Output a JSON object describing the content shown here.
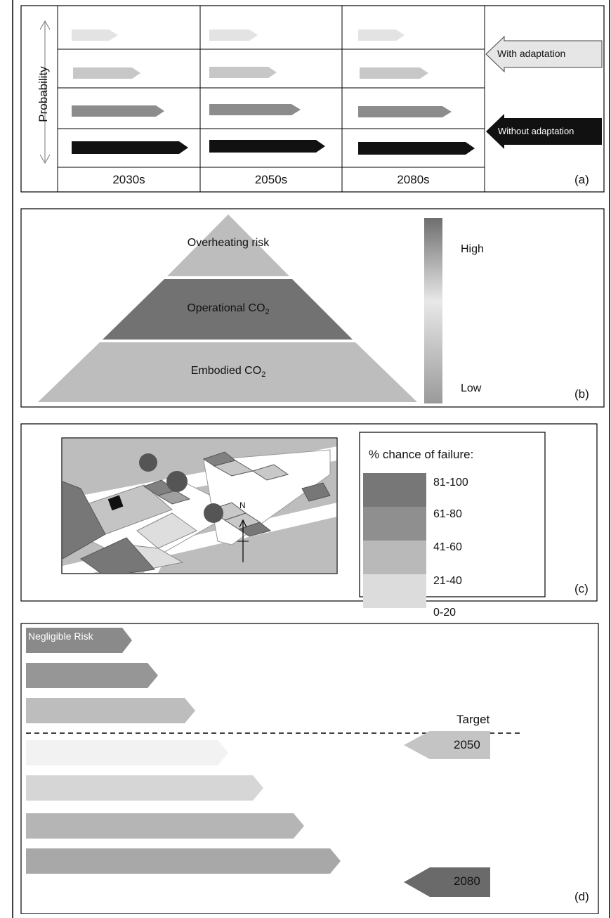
{
  "panel_a": {
    "axis_label": "Probability",
    "decades": [
      "2030s",
      "2050s",
      "2080s"
    ],
    "with_label": "With adaptation",
    "without_label": "Without adaptation",
    "panel_label": "(a)"
  },
  "panel_b": {
    "layers": [
      {
        "label": "Overheating risk"
      },
      {
        "label": "Operational CO",
        "sub": "2"
      },
      {
        "label": "Embodied CO",
        "sub": "2"
      }
    ],
    "scale_high": "High",
    "scale_low": "Low",
    "panel_label": "(b)"
  },
  "panel_c": {
    "legend_title": "% chance of failure:",
    "legend": [
      {
        "range": "81-100",
        "color": "#777777"
      },
      {
        "range": "61-80",
        "color": "#8f8f8f"
      },
      {
        "range": "41-60",
        "color": "#b9b9b9"
      },
      {
        "range": "21-40",
        "color": "#dcdcdc"
      },
      {
        "range": "0-20",
        "color": "#ffffff"
      }
    ],
    "north": "N",
    "panel_label": "(c)"
  },
  "panel_d": {
    "top_label": "Negligible Risk",
    "target_label": "Target",
    "year_2050": "2050",
    "year_2080": "2080",
    "panel_label": "(d)"
  }
}
